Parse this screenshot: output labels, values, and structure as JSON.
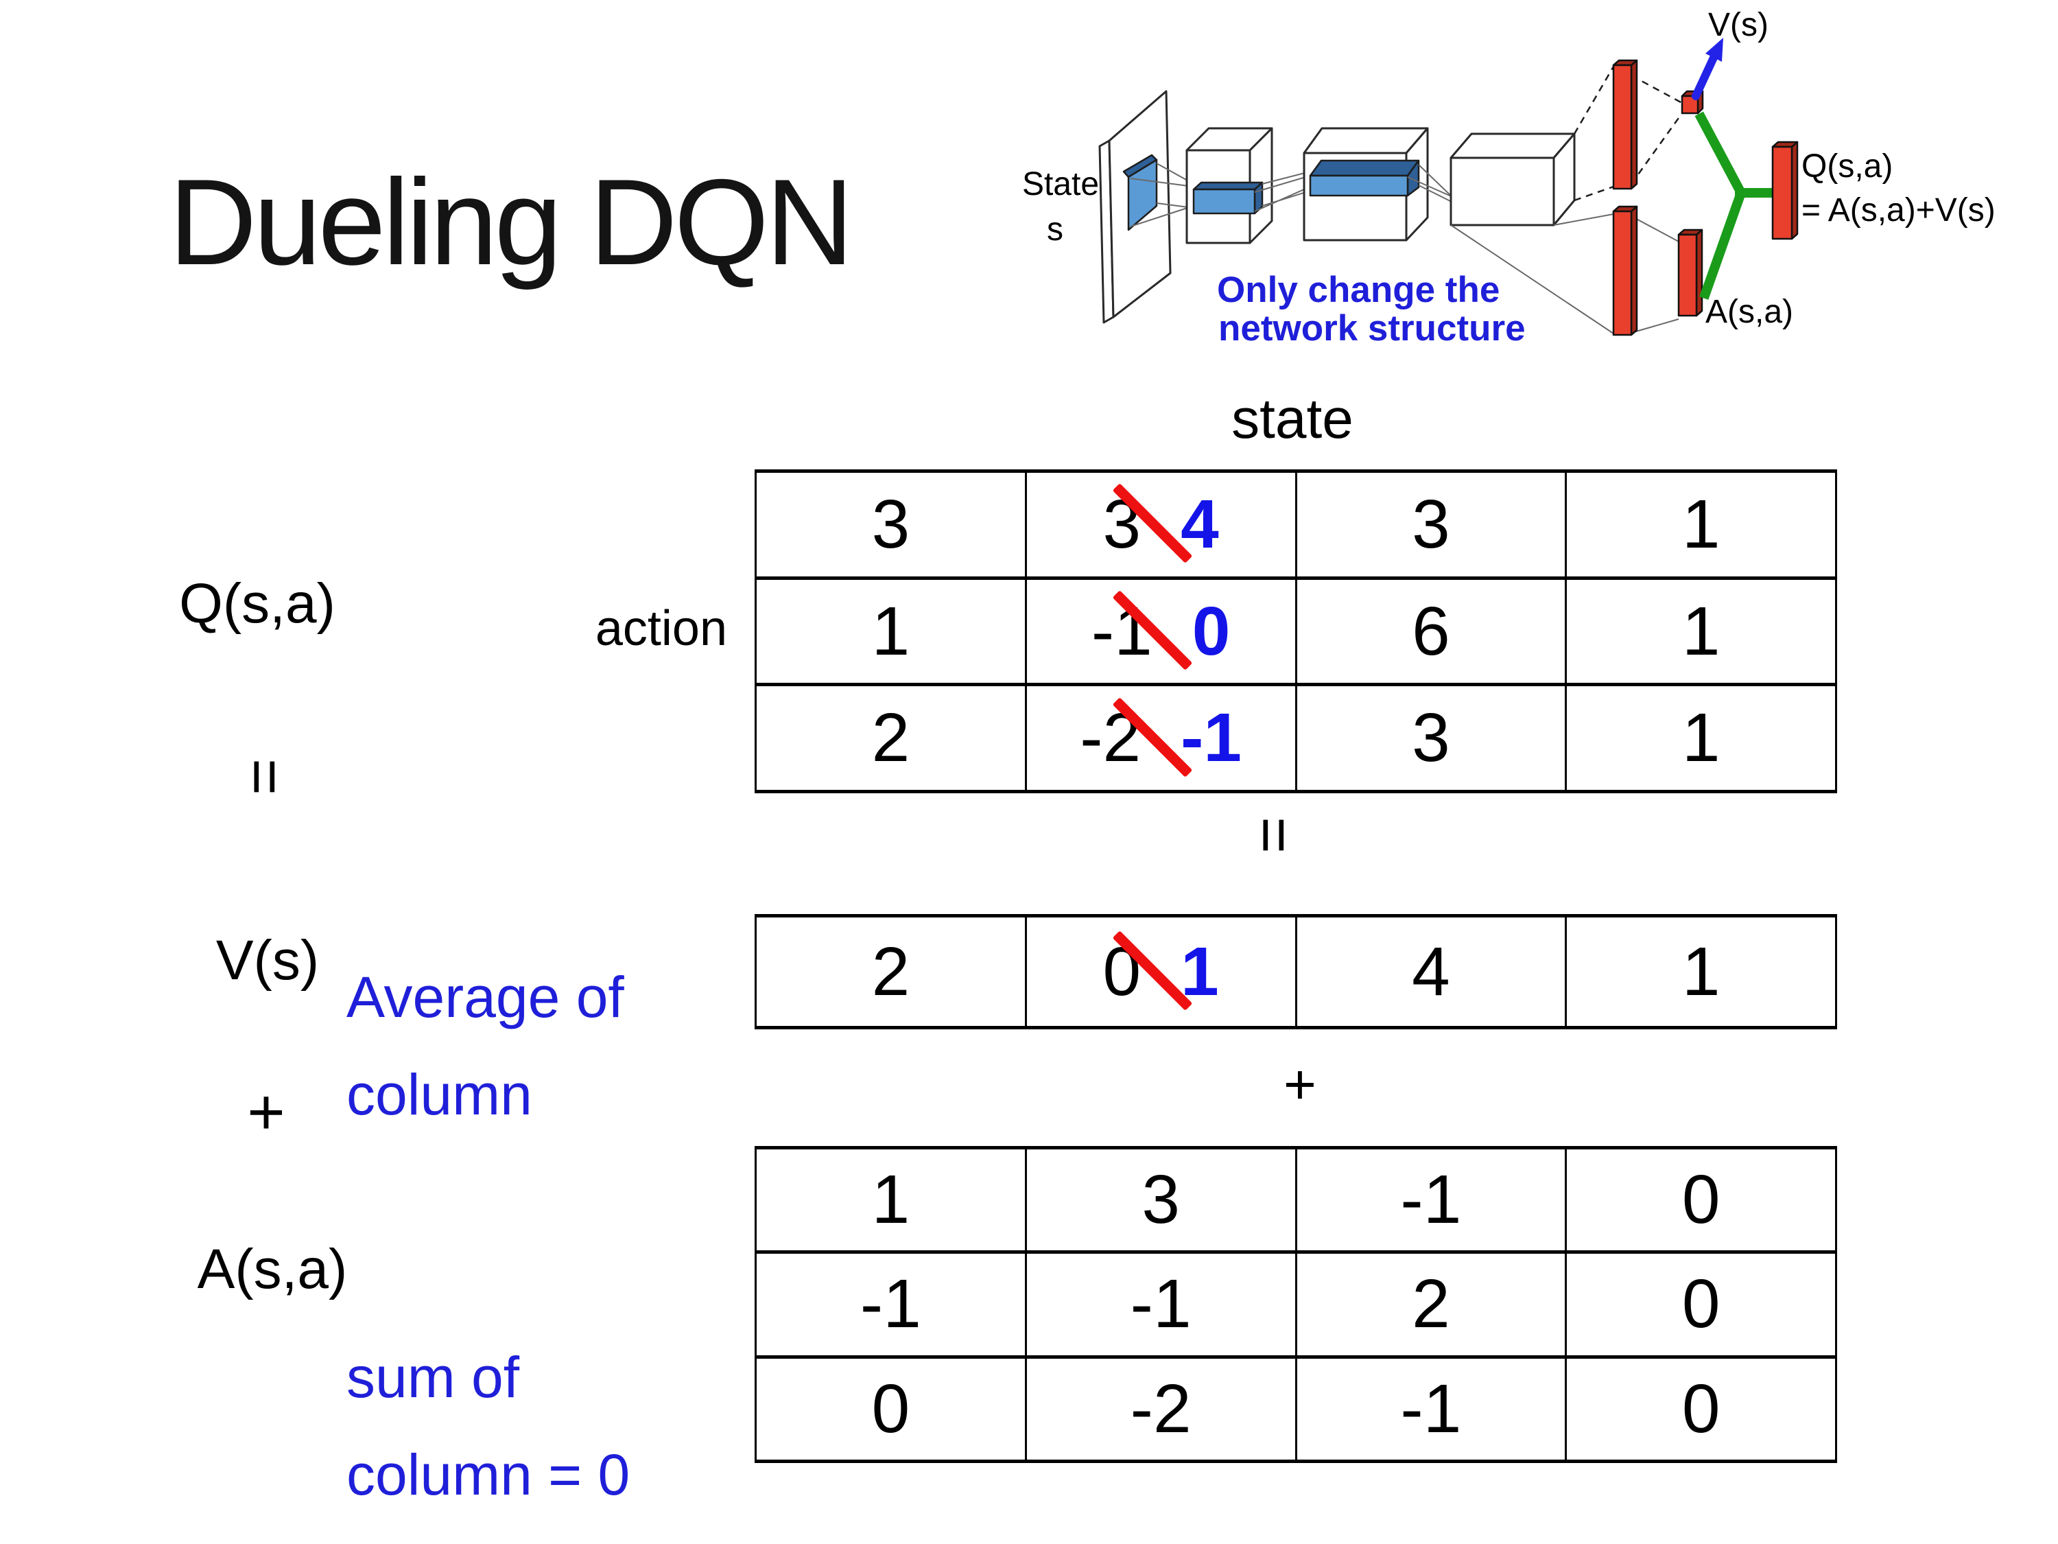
{
  "title": "Dueling DQN",
  "colors": {
    "annotation_blue": "#1f1fd9",
    "replacement_blue": "#1414e8",
    "strike_red": "#ee1111",
    "bar_red": "#e8402d",
    "bar_red_dark": "#a02818",
    "conv_blue": "#5b9bd5",
    "conv_blue_dark": "#2e5f96",
    "link_green": "#1a9c1a",
    "arrow_blue": "#2323e8"
  },
  "network": {
    "state_label": "State",
    "state_sub": "s",
    "note_line1": "Only change the",
    "note_line2": "network structure",
    "v_output": "V(s)",
    "a_output": "A(s,a)",
    "q_output_line1": "Q(s,a)",
    "q_output_line2": "= A(s,a)+V(s)"
  },
  "decomposition": {
    "q_label": "Q(s,a)",
    "equals_left": "=",
    "v_label": "V(s)",
    "plus_left": "+",
    "a_label": "A(s,a)",
    "state_header": "state",
    "action_header": "action",
    "equals_mid": "=",
    "plus_mid": "+",
    "average_note_line1": "Average of",
    "average_note_line2": "column",
    "sum_note_line1": "sum of",
    "sum_note_line2": "column = 0"
  },
  "q_table": [
    [
      {
        "value": "3"
      },
      {
        "old": "3",
        "new": "4"
      },
      {
        "value": "3"
      },
      {
        "value": "1"
      }
    ],
    [
      {
        "value": "1"
      },
      {
        "old": "-1",
        "new": "0"
      },
      {
        "value": "6"
      },
      {
        "value": "1"
      }
    ],
    [
      {
        "value": "2"
      },
      {
        "old": "-2",
        "new": "-1"
      },
      {
        "value": "3"
      },
      {
        "value": "1"
      }
    ]
  ],
  "v_row": [
    {
      "value": "2"
    },
    {
      "old": "0",
      "new": "1"
    },
    {
      "value": "4"
    },
    {
      "value": "1"
    }
  ],
  "a_table": [
    [
      {
        "value": "1"
      },
      {
        "value": "3"
      },
      {
        "value": "-1"
      },
      {
        "value": "0"
      }
    ],
    [
      {
        "value": "-1"
      },
      {
        "value": "-1"
      },
      {
        "value": "2"
      },
      {
        "value": "0"
      }
    ],
    [
      {
        "value": "0"
      },
      {
        "value": "-2"
      },
      {
        "value": "-1"
      },
      {
        "value": "0"
      }
    ]
  ]
}
